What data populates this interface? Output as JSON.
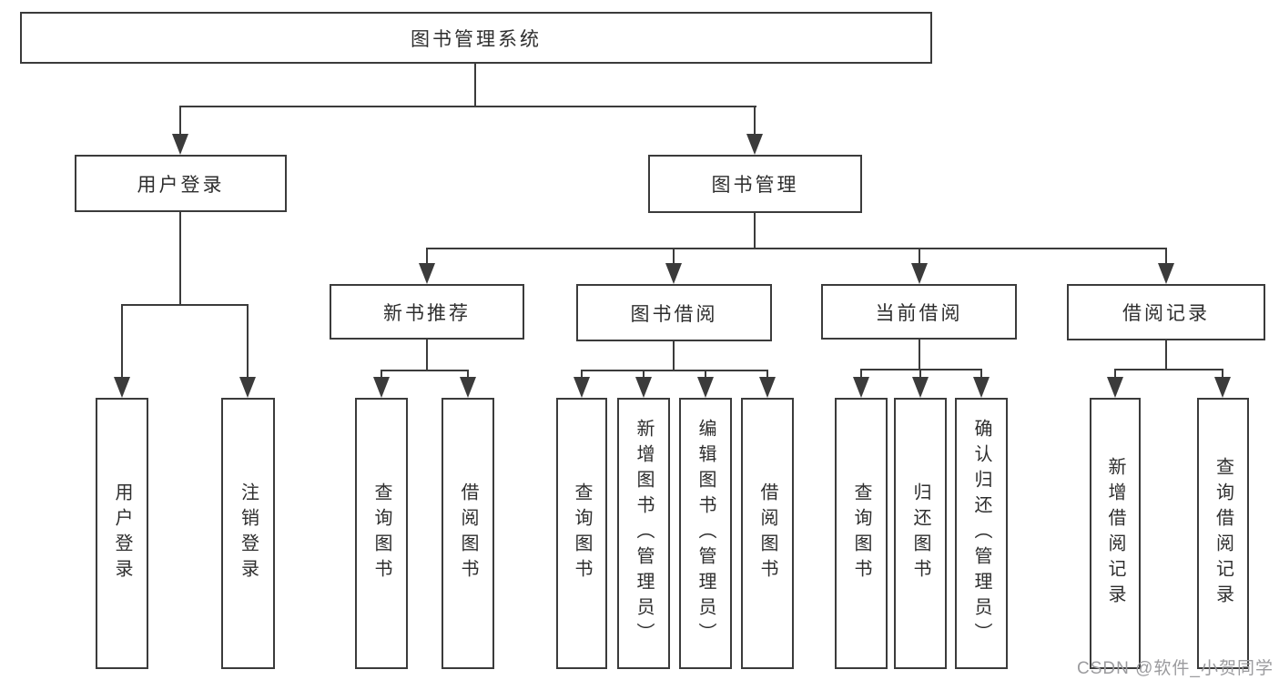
{
  "diagram": {
    "title": "图书管理系统",
    "branches": [
      {
        "label": "用户登录",
        "children": [
          {
            "label": "用户登录"
          },
          {
            "label": "注销登录"
          }
        ]
      },
      {
        "label": "图书管理",
        "children": [
          {
            "label": "新书推荐",
            "children": [
              {
                "label": "查询图书"
              },
              {
                "label": "借阅图书"
              }
            ]
          },
          {
            "label": "图书借阅",
            "children": [
              {
                "label": "查询图书"
              },
              {
                "label": "新增图书（管理员）"
              },
              {
                "label": "编辑图书（管理员）"
              },
              {
                "label": "借阅图书"
              }
            ]
          },
          {
            "label": "当前借阅",
            "children": [
              {
                "label": "查询图书"
              },
              {
                "label": "归还图书"
              },
              {
                "label": "确认归还（管理员）"
              }
            ]
          },
          {
            "label": "借阅记录",
            "children": [
              {
                "label": "新增借阅记录"
              },
              {
                "label": "查询借阅记录"
              }
            ]
          }
        ]
      }
    ]
  },
  "watermark": {
    "text": "CSDN @软件_小贺同学"
  },
  "colors": {
    "line": "#3b3b3b",
    "text": "#2e2e2e",
    "background": "#ffffff",
    "watermark": "#9b9b9e"
  }
}
